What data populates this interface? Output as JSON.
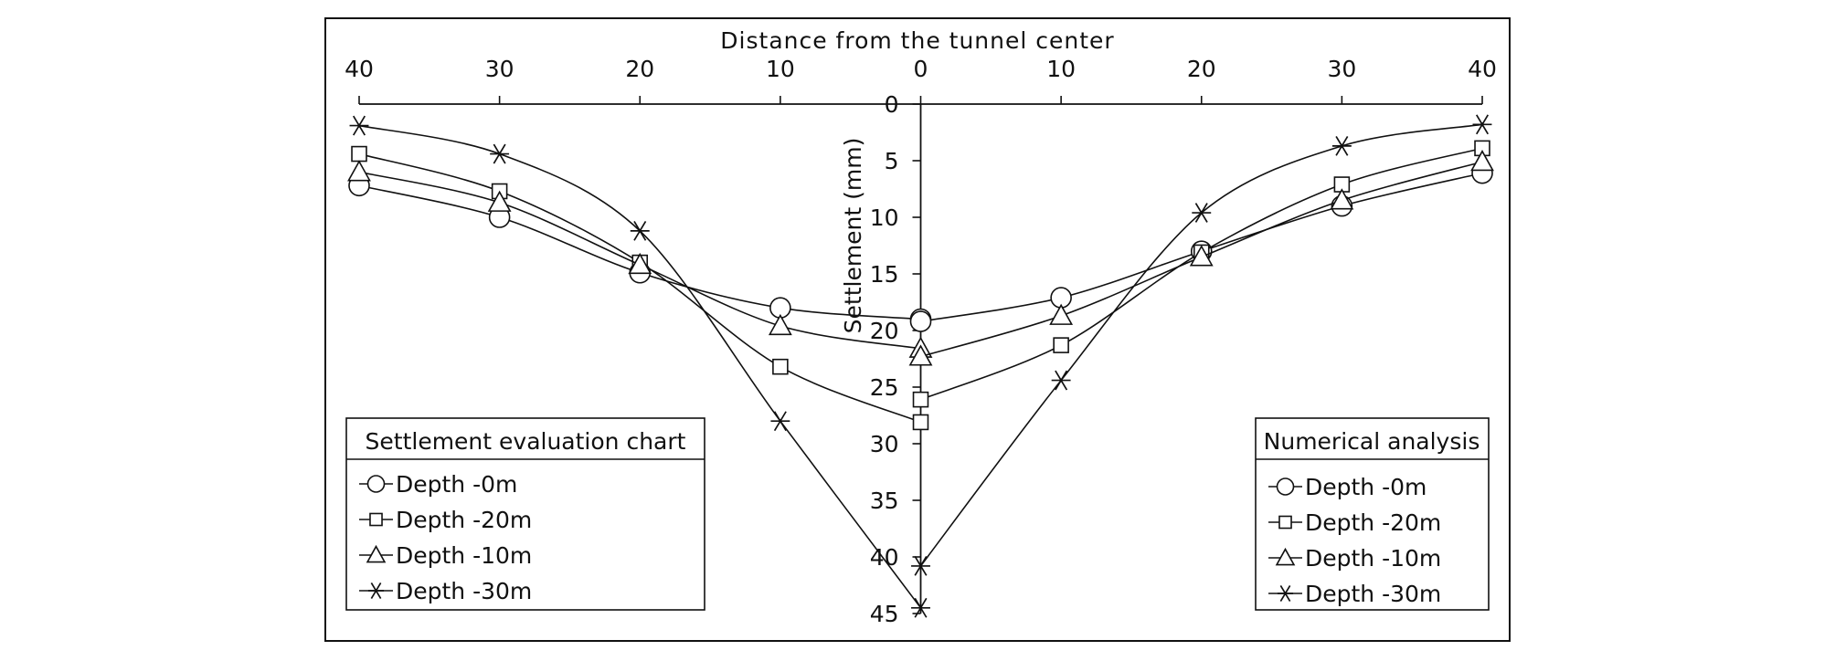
{
  "chart_data": {
    "type": "line",
    "xlabel": "Distance from the tunnel center",
    "ylabel": "Settlement (mm)",
    "x_positions": [
      -40,
      -30,
      -20,
      -10,
      0,
      10,
      20,
      30,
      40
    ],
    "x_tick_labels": [
      "40",
      "30",
      "20",
      "10",
      "0",
      "10",
      "20",
      "30",
      "40"
    ],
    "xlim": [
      -40,
      40
    ],
    "ylim": [
      0,
      45
    ],
    "y_inverted": true,
    "y_ticks": [
      0,
      5,
      10,
      15,
      20,
      25,
      30,
      35,
      40,
      45
    ],
    "grid": false,
    "legends": [
      {
        "title": "Settlement evaluation chart",
        "placement": "bottom-left",
        "entries": [
          {
            "label": "Depth  -0m",
            "marker": "circle"
          },
          {
            "label": "Depth  -20m",
            "marker": "square"
          },
          {
            "label": "Depth  -10m",
            "marker": "triangle"
          },
          {
            "label": "Depth  -30m",
            "marker": "asterisk"
          }
        ]
      },
      {
        "title": "Numerical analysis",
        "placement": "bottom-right",
        "entries": [
          {
            "label": "Depth  -0m",
            "marker": "circle"
          },
          {
            "label": "Depth  -20m",
            "marker": "square"
          },
          {
            "label": "Depth  -10m",
            "marker": "triangle"
          },
          {
            "label": "Depth  -30m",
            "marker": "asterisk"
          }
        ]
      }
    ],
    "series": [
      {
        "group": "Settlement evaluation chart",
        "name": "Depth  -0m",
        "marker": "circle",
        "x": [
          -40,
          -30,
          -20,
          -10,
          0
        ],
        "y": [
          7.2,
          10.0,
          14.9,
          18.0,
          19.0
        ]
      },
      {
        "group": "Settlement evaluation chart",
        "name": "Depth  -20m",
        "marker": "square",
        "x": [
          -40,
          -30,
          -20,
          -10,
          0
        ],
        "y": [
          4.4,
          7.7,
          14.0,
          23.2,
          28.1
        ]
      },
      {
        "group": "Settlement evaluation chart",
        "name": "Depth  -10m",
        "marker": "triangle",
        "x": [
          -40,
          -30,
          -20,
          -10,
          0
        ],
        "y": [
          6.0,
          8.7,
          14.2,
          19.6,
          21.6
        ]
      },
      {
        "group": "Settlement evaluation chart",
        "name": "Depth  -30m",
        "marker": "asterisk",
        "x": [
          -40,
          -30,
          -20,
          -10,
          0
        ],
        "y": [
          1.9,
          4.4,
          11.2,
          28.0,
          44.5
        ]
      },
      {
        "group": "Numerical analysis",
        "name": "Depth  -0m",
        "marker": "circle",
        "x": [
          0,
          10,
          20,
          30,
          40
        ],
        "y": [
          19.2,
          17.1,
          13.0,
          9.0,
          6.1
        ]
      },
      {
        "group": "Numerical analysis",
        "name": "Depth  -20m",
        "marker": "square",
        "x": [
          0,
          10,
          20,
          30,
          40
        ],
        "y": [
          26.1,
          21.3,
          13.1,
          7.1,
          3.9
        ]
      },
      {
        "group": "Numerical analysis",
        "name": "Depth  -10m",
        "marker": "triangle",
        "x": [
          0,
          10,
          20,
          30,
          40
        ],
        "y": [
          22.3,
          18.7,
          13.5,
          8.5,
          5.1
        ]
      },
      {
        "group": "Numerical analysis",
        "name": "Depth  -30m",
        "marker": "asterisk",
        "x": [
          0,
          10,
          20,
          30,
          40
        ],
        "y": [
          40.8,
          24.4,
          9.6,
          3.7,
          1.8
        ]
      }
    ]
  }
}
